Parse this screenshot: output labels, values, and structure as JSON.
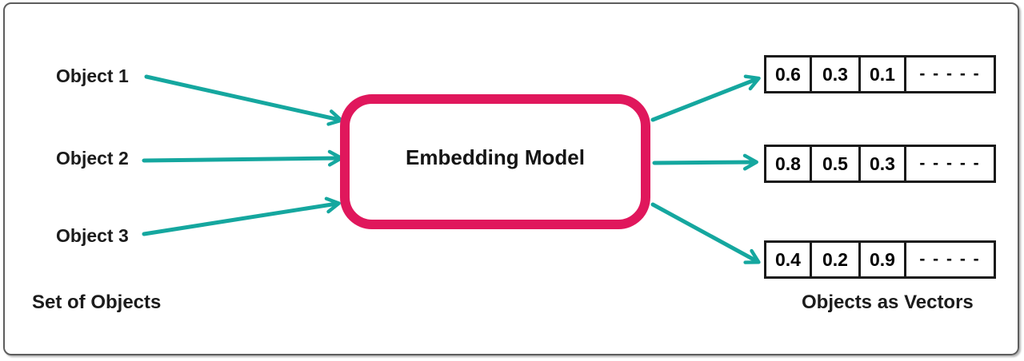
{
  "colors": {
    "accent_pink": "#E0175C",
    "arrow_teal": "#15A79F",
    "frame_gray": "#5d5d5d",
    "text_black": "#1b1b1b"
  },
  "left": {
    "items": [
      {
        "label": "Object 1"
      },
      {
        "label": "Object 2"
      },
      {
        "label": "Object 3"
      }
    ],
    "caption": "Set of Objects"
  },
  "center": {
    "label": "Embedding Model"
  },
  "right": {
    "vectors": [
      {
        "cells": [
          "0.6",
          "0.3",
          "0.1",
          "- - - - -"
        ]
      },
      {
        "cells": [
          "0.8",
          "0.5",
          "0.3",
          "- - - - -"
        ]
      },
      {
        "cells": [
          "0.4",
          "0.2",
          "0.9",
          "- - - - -"
        ]
      }
    ],
    "caption": "Objects as Vectors"
  }
}
